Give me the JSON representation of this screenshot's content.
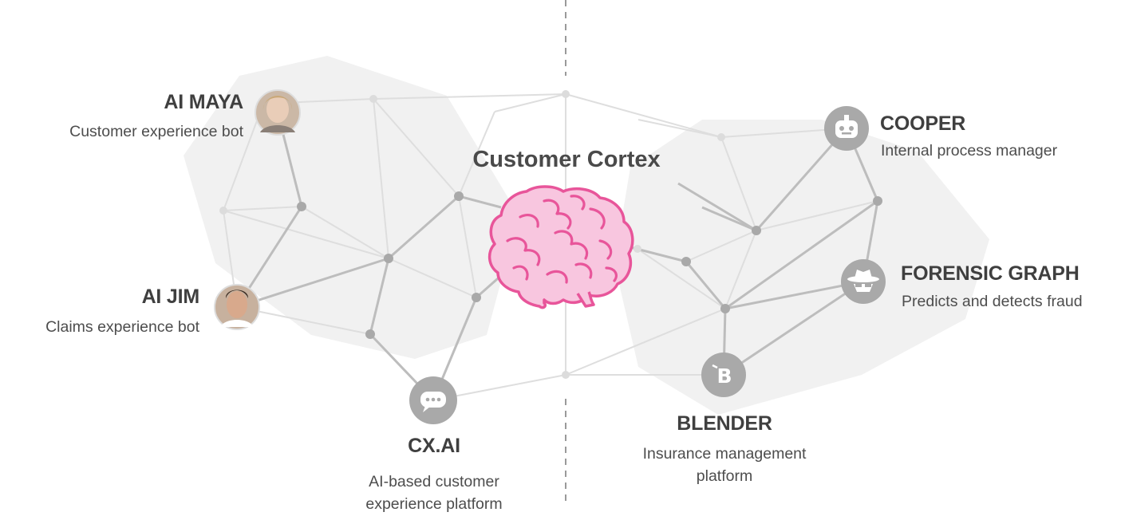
{
  "center": {
    "title": "Customer Cortex",
    "icon": "brain-icon",
    "color": "#e8559a"
  },
  "agents": [
    {
      "id": "ai-maya",
      "name": "AI MAYA",
      "description": "Customer experience bot",
      "icon": "avatar-photo"
    },
    {
      "id": "ai-jim",
      "name": "AI JIM",
      "description": "Claims experience bot",
      "icon": "avatar-photo"
    },
    {
      "id": "cx-ai",
      "name": "CX.AI",
      "description_lines": [
        "AI-based customer",
        "experience platform"
      ],
      "icon": "chat-bubble-icon"
    },
    {
      "id": "cooper",
      "name": "COOPER",
      "description": "Internal process manager",
      "icon": "robot-icon"
    },
    {
      "id": "forensic-graph",
      "name": "FORENSIC GRAPH",
      "description": "Predicts and detects fraud",
      "icon": "spy-icon"
    },
    {
      "id": "blender",
      "name": "BLENDER",
      "description_lines": [
        "Insurance management",
        "platform"
      ],
      "icon": "blender-logo-icon"
    }
  ],
  "colors": {
    "node_icon_bg": "#a9a9a9",
    "network_line": "#bdbdbd",
    "background_shape": "#efefef",
    "divider": "#9a9a9a"
  }
}
